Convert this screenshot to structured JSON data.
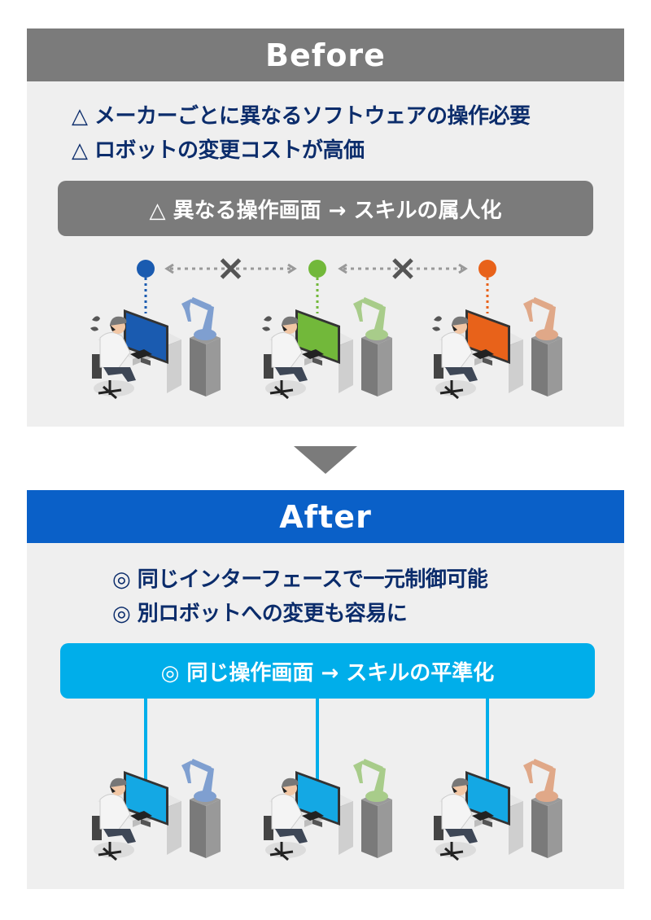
{
  "before": {
    "title": "Before",
    "points": [
      "△ メーカーごとに異なるソフトウェアの操作必要",
      "△ ロボットの変更コストが高価"
    ],
    "summary": "△ 異なる操作画面 → スキルの属人化",
    "stations": [
      {
        "color": "#1a5bb0",
        "robot": "#7f9fd0"
      },
      {
        "color": "#72b83a",
        "robot": "#a8cc8a"
      },
      {
        "color": "#e8621a",
        "robot": "#e0a888"
      }
    ]
  },
  "after": {
    "title": "After",
    "points": [
      "◎ 同じインターフェースで一元制御可能",
      "◎ 別ロボットへの変更も容易に"
    ],
    "summary": "◎ 同じ操作画面 → スキルの平準化",
    "stations": [
      {
        "color": "#14a8e4",
        "robot": "#7f9fd0"
      },
      {
        "color": "#14a8e4",
        "robot": "#a8cc8a"
      },
      {
        "color": "#14a8e4",
        "robot": "#e0a888"
      }
    ]
  },
  "colors": {
    "before_header": "#7b7b7b",
    "after_header": "#0a60c8",
    "navy": "#0b2c6b",
    "cyan": "#00aeea"
  }
}
